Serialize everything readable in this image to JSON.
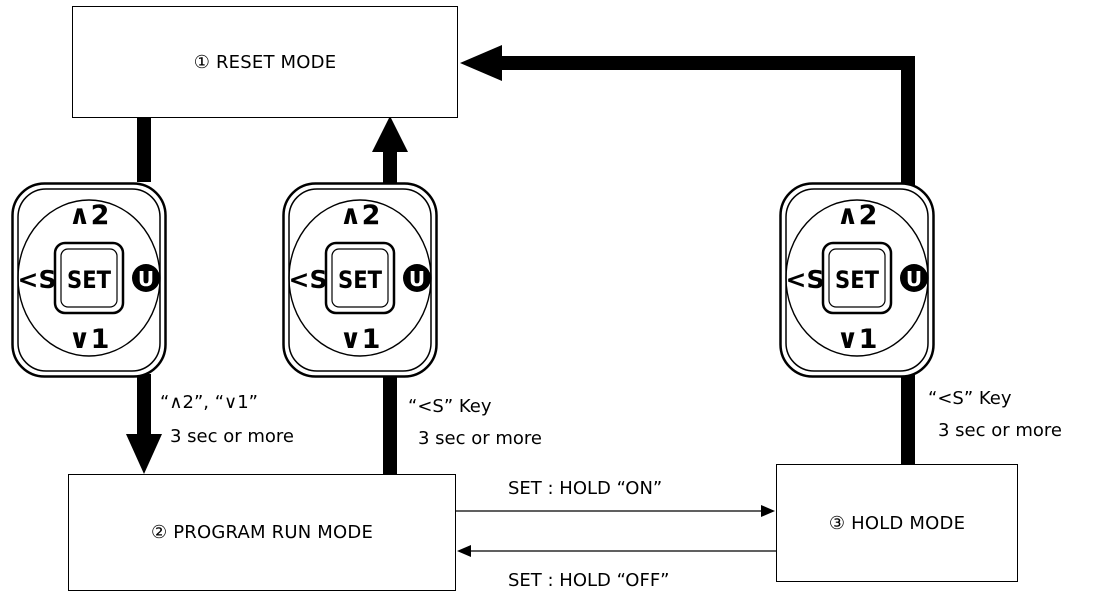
{
  "modes": {
    "reset": "① RESET MODE",
    "program_run": "② PROGRAM RUN MODE",
    "hold": "③ HOLD MODE"
  },
  "keypad": {
    "up_label": "∧2",
    "down_label": "∨1",
    "left_label": "<S",
    "set_label": "SET",
    "right_label": "U"
  },
  "transitions": {
    "reset_to_run_line1": "“∧2”, “∨1”",
    "reset_to_run_line2": "3 sec or more",
    "run_to_reset_line1": "“<S” Key",
    "run_to_reset_line2": "3 sec or more",
    "hold_to_reset_line1": "“<S” Key",
    "hold_to_reset_line2": "3 sec or more",
    "run_to_hold": "SET : HOLD “ON”",
    "hold_to_run": "SET : HOLD “OFF”"
  }
}
